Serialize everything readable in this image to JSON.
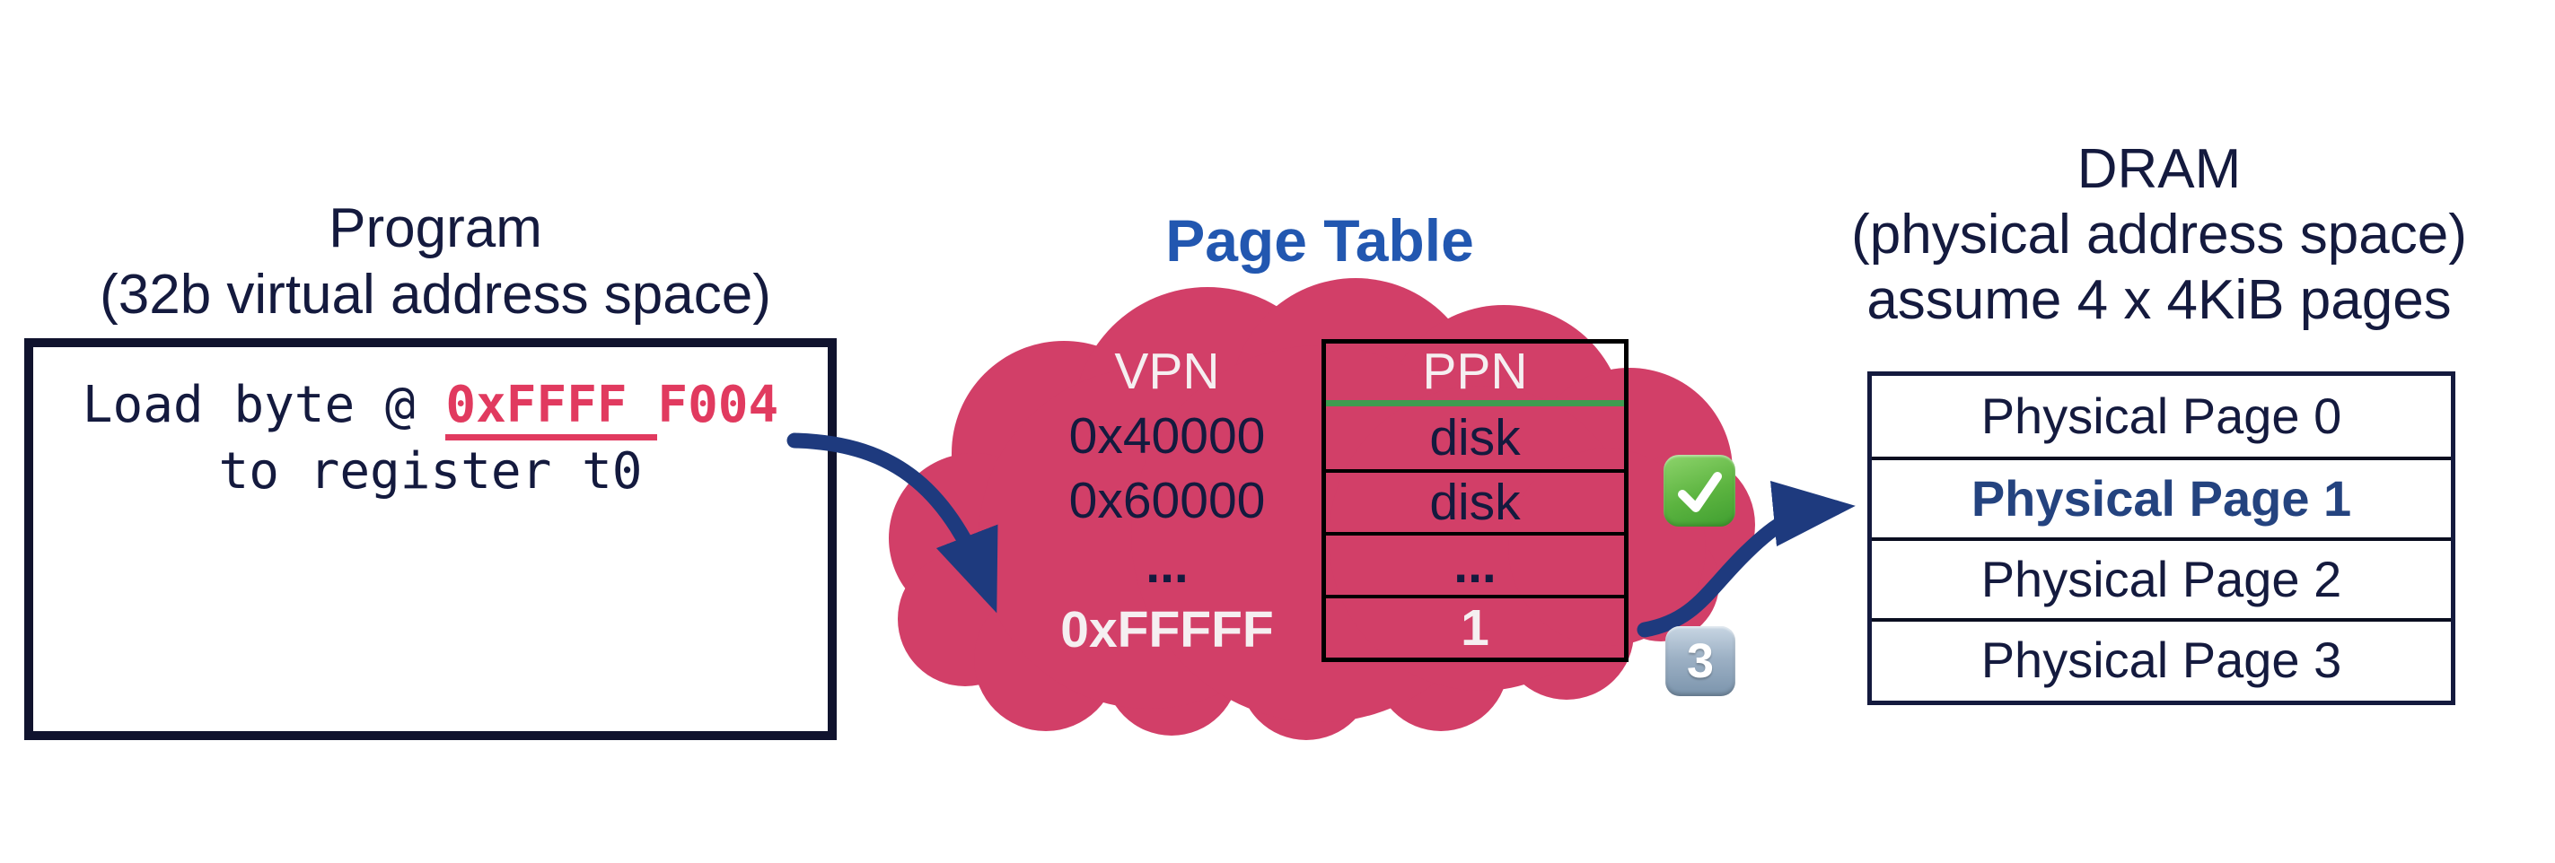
{
  "program": {
    "title_line1": "Program",
    "title_line2": "(32b virtual address space)",
    "code_prefix": "Load byte @ ",
    "address_underlined_part": "0xFFFF",
    "address_rest_part": "F004",
    "code_line2": "to register t0"
  },
  "page_table": {
    "title": "Page Table",
    "vpn_header": "VPN",
    "ppn_header": "PPN",
    "rows": [
      {
        "vpn": "0x40000",
        "ppn": "disk"
      },
      {
        "vpn": "0x60000",
        "ppn": "disk"
      },
      {
        "vpn": "...",
        "ppn": "..."
      },
      {
        "vpn": "0xFFFFF",
        "ppn": "1"
      }
    ]
  },
  "dram": {
    "title_line1": "DRAM",
    "title_line2": "(physical address space)",
    "title_line3": "assume 4 x 4KiB pages",
    "pages": [
      {
        "label": "Physical Page 0"
      },
      {
        "label": "Physical Page 1"
      },
      {
        "label": "Physical Page 2"
      },
      {
        "label": "Physical Page 3"
      }
    ]
  },
  "badges": {
    "check_icon": "white-check-mark-emoji",
    "step_icon": "keycap-3-emoji",
    "step_label": "3"
  },
  "colors": {
    "navy_text": "#141a3e",
    "box_border": "#10132e",
    "cloud_pink": "#d23f68",
    "address_pink": "#e13a5f",
    "page_table_blue": "#2257b0",
    "physical_page1_blue": "#24437f",
    "arrow_blue": "#1e3a7e",
    "green_divider": "#3f9b50",
    "light_text": "#f5eff1"
  }
}
